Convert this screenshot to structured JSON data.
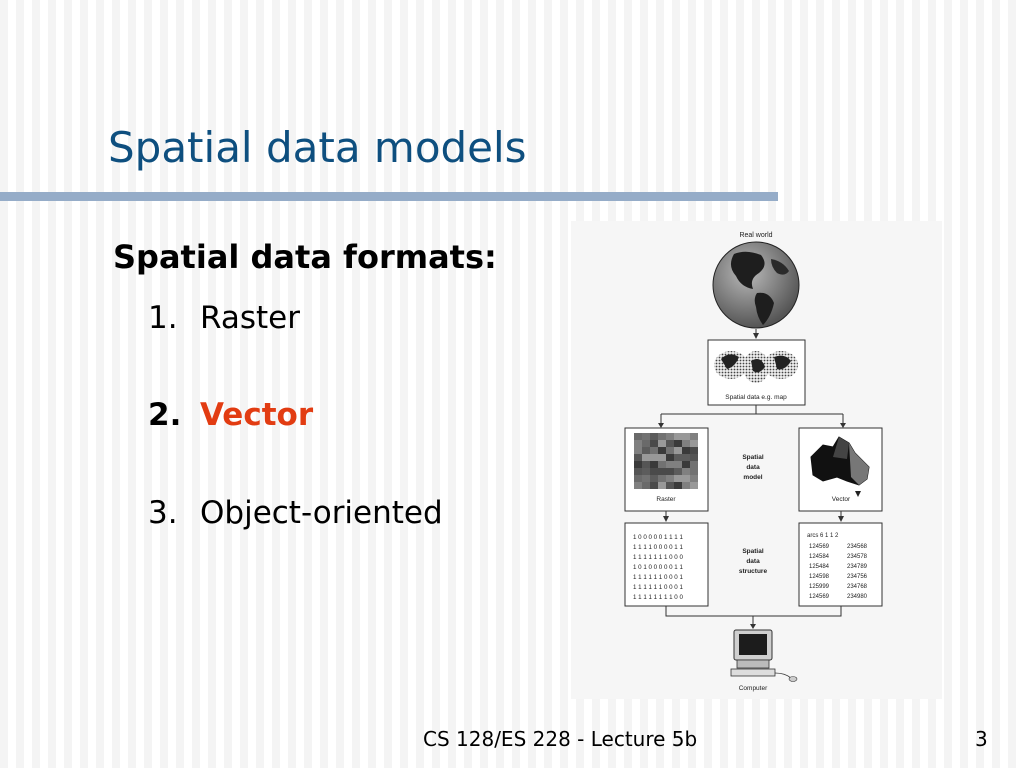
{
  "slide": {
    "title": "Spatial data models",
    "heading": "Spatial data formats:",
    "items": [
      {
        "number": "1.",
        "text": "Raster"
      },
      {
        "number": "2.",
        "text": "Vector"
      },
      {
        "number": "3.",
        "text": "Object-oriented"
      }
    ],
    "footer": "CS 128/ES 228 - Lecture 5b",
    "page_number": "3"
  },
  "figure": {
    "real_world": "Real world",
    "spatial_map": "Spatial data e.g. map",
    "raster": "Raster",
    "vector": "Vector",
    "model_label": [
      "Spatial",
      "data",
      "model"
    ],
    "structure_label": [
      "Spatial",
      "data",
      "structure"
    ],
    "raster_rows": [
      "1 0 0 0 0 0 1 1 1 1",
      "1 1 1 1 0 0 0 0 1 1",
      "1 1 1 1 1 1 1 0 0 0",
      "1 0 1 0 0 0 0 0 1 1",
      "1 1 1 1 1 1 0 0 0 1",
      "1 1 1 1 1 1 0 0 0 1",
      "1 1 1 1 1 1 1 1 0 0"
    ],
    "vector_header": "arcs 6 1 1 2",
    "vector_rows": [
      [
        "124569",
        "234568"
      ],
      [
        "124584",
        "234578"
      ],
      [
        "125484",
        "234789"
      ],
      [
        "124598",
        "234756"
      ],
      [
        "125999",
        "234768"
      ],
      [
        "124569",
        "234980"
      ]
    ],
    "computer": "Computer"
  },
  "colors": {
    "title": "#0e4f7f",
    "accent": "#e23c12",
    "rule": "#95acc8"
  }
}
